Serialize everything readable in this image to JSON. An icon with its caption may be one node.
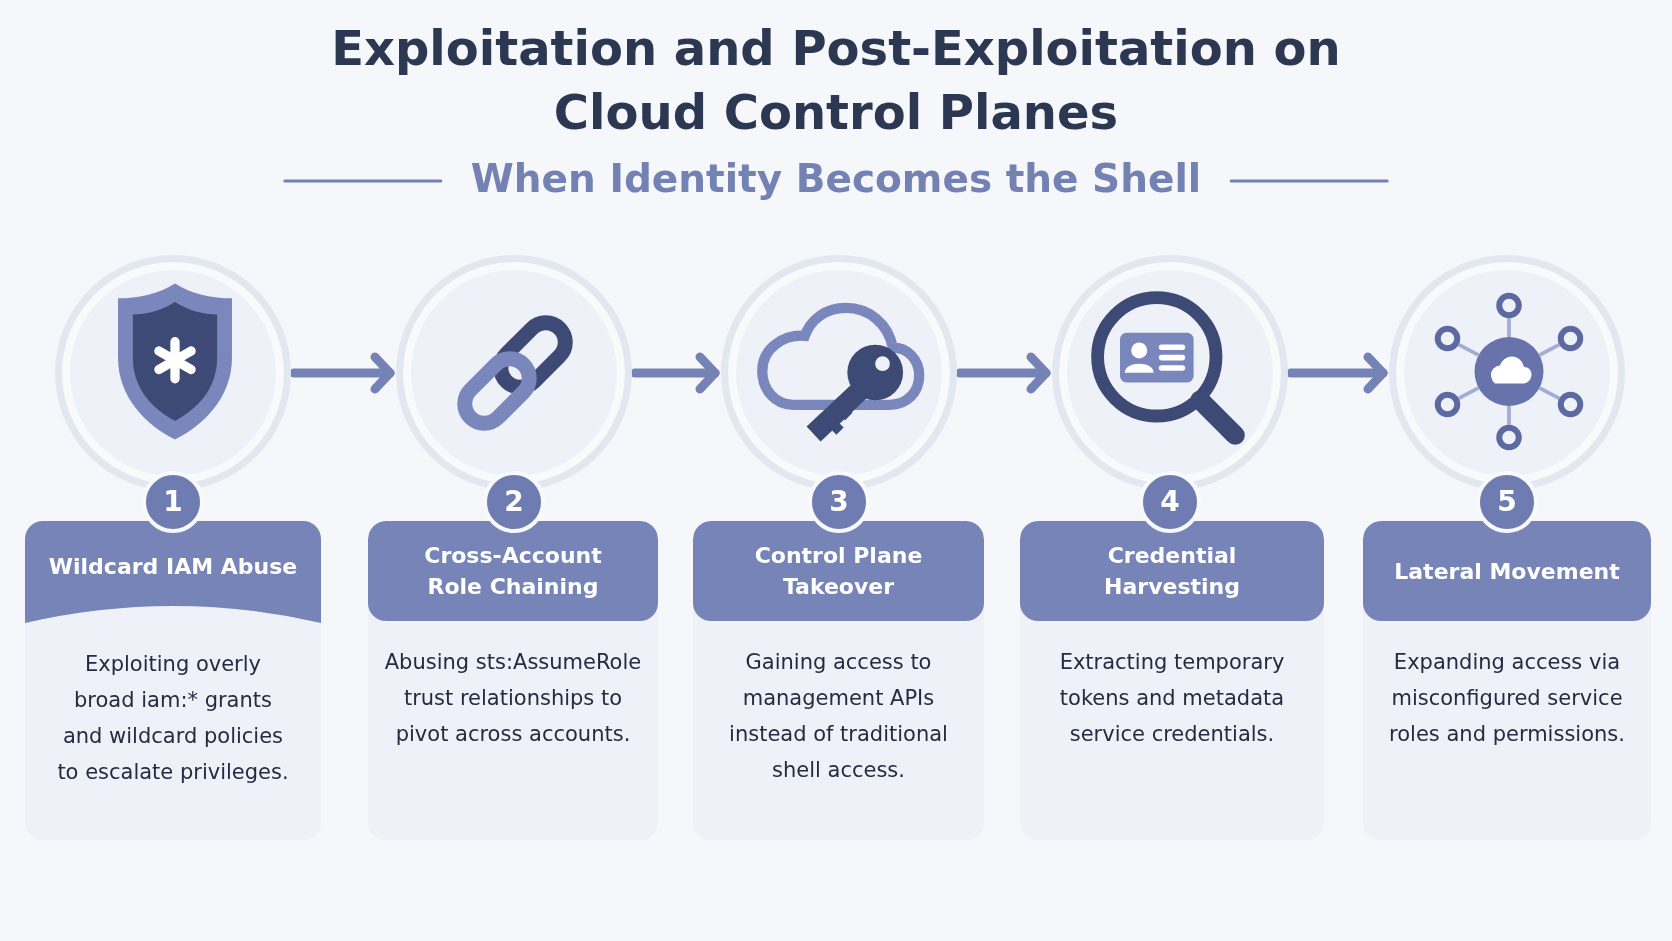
{
  "diagram": {
    "title": "Exploitation and Post-Exploitation on Cloud Control Planes",
    "nodes": [
      {
        "text": [],
        "shape": "circle"
      },
      {
        "text": [
          "1"
        ]
      },
      {
        "text": [
          "Wildcard IAM Abuse",
          "Exploiting overly broad iam:* grants and wildcard policies to escalate privileges."
        ]
      },
      {
        "text": [],
        "shape": "circle"
      },
      {
        "text": [
          "2"
        ]
      },
      {
        "text": [
          "Cross-Account Role Chaining",
          "Abusing sts:AssumeRole trust relationships to pivot across accounts."
        ]
      },
      {
        "text": [],
        "shape": "circle"
      },
      {
        "text": [
          "3"
        ]
      },
      {
        "text": [
          "Control Plane Takeover",
          "Gaining access to management APIs instead of traditional shell access."
        ]
      },
      {
        "text": [],
        "shape": "circle"
      },
      {
        "text": [
          "4"
        ]
      },
      {
        "text": [
          "Credential Harvesting",
          "Extracting temporary tokens and metadata service credentials."
        ]
      },
      {
        "text": [],
        "shape": "circle"
      },
      {
        "text": [
          "5"
        ]
      },
      {
        "text": [
          "Lateral Movement",
          "Expanding access via misconfigured service roles and permissions."
        ]
      }
    ],
    "edges": [
      {
        "from": 0,
        "to": 3,
        "arrow": "to"
      },
      {
        "from": 3,
        "to": 6,
        "arrow": "to"
      },
      {
        "from": 6,
        "to": 9,
        "arrow": "to"
      },
      {
        "from": 9,
        "to": 12,
        "arrow": "to"
      }
    ],
    "labels": [
      "When Identity Becomes the Shell"
    ]
  }
}
